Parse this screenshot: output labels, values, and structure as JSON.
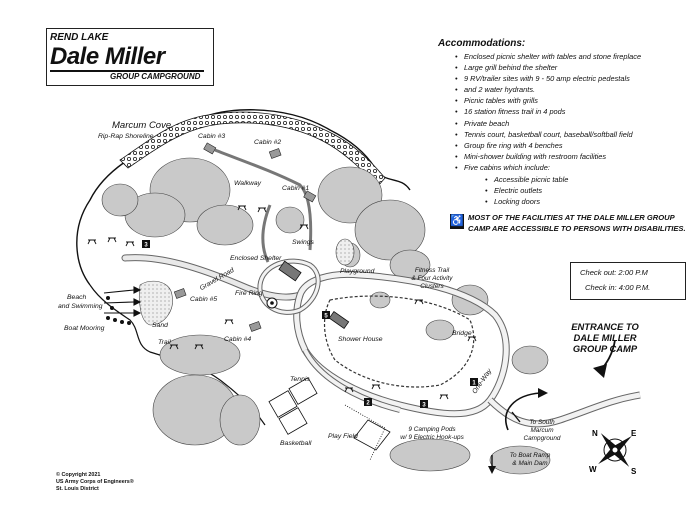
{
  "title": {
    "small": "REND LAKE",
    "big": "Dale Miller",
    "sub": "GROUP CAMPGROUND"
  },
  "accommodations": {
    "heading": "Accommodations:",
    "items": [
      "Enclosed picnic shelter with tables and stone fireplace",
      "Large grill behind the shelter",
      "9 RV/trailer sites with 9 - 50 amp electric pedestals",
      "and 2 water hydrants.",
      "Picnic tables with grills",
      "16 station fitness trail in 4 pods",
      "Private beach",
      "Tennis court, basketball court, baseball/softball field",
      "Group fire ring with 4 benches",
      "Mini-shower building with restroom facilities",
      "Five cabins which include:"
    ],
    "cabin_features": [
      "Accessible picnic table",
      "Electric outlets",
      "Locking doors"
    ]
  },
  "accessibility_note": "MOST OF THE FACILITIES AT THE DALE MILLER GROUP CAMP ARE ACCESSIBLE TO PERSONS WITH DISABILITIES.",
  "checkout": "Check out: 2:00 P.M",
  "checkin": "Check in: 4:00 P.M.",
  "entrance": "ENTRANCE TO DALE MILLER GROUP CAMP",
  "labels": {
    "marcum_cove": "Marcum Cove",
    "riprap": "Rip-Rap Shoreline",
    "cabin3": "Cabin #3",
    "cabin2": "Cabin #2",
    "cabin1": "Cabin #1",
    "cabin5": "Cabin #5",
    "cabin4": "Cabin #4",
    "walkway": "Walkway",
    "swings": "Swings",
    "enclosed_shelter": "Enclosed Shelter",
    "gravel_road": "Gravel Road",
    "fire_ring": "Fire Ring",
    "playground": "Playground",
    "fitness1": "Fitness Trail",
    "fitness2": "& Four Activity",
    "fitness3": "Clusters",
    "beach1": "Beach",
    "beach2": "and Swimming",
    "boat_mooring": "Boat Mooring",
    "sand": "Sand",
    "trail": "Trail",
    "shower_house": "Shower House",
    "bridge": "Bridge",
    "one_way": "One-Way",
    "tennis": "Tennis",
    "basketball": "Basketball",
    "play_field": "Play Field",
    "camping1": "9 Camping Pods",
    "camping2": "w/ 9 Electric Hook-ups",
    "to_south1": "To South",
    "to_south2": "Marcum",
    "to_south3": "Campground",
    "to_boat1": "To Boat Ramp",
    "to_boat2": "& Main Dam"
  },
  "pod_numbers": [
    "1",
    "2",
    "3",
    "4",
    "5"
  ],
  "compass": {
    "n": "N",
    "e": "E",
    "s": "S",
    "w": "W"
  },
  "copyright": {
    "line1": "© Copyright 2021",
    "line2": "US Army Corps of Engineers®",
    "line3": "St. Louis District"
  }
}
